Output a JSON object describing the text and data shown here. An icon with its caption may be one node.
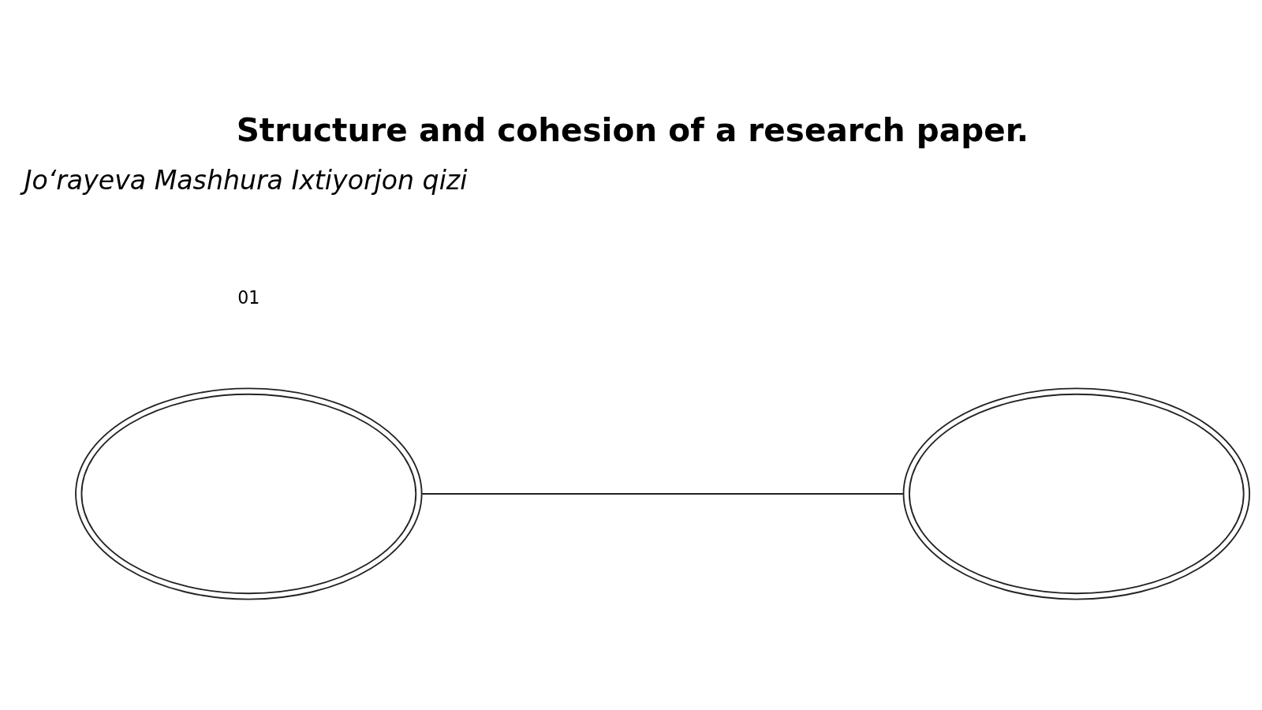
{
  "diagram": {
    "title": "Structure and cohesion of a research paper.",
    "nodes": [
      {
        "text": [],
        "shape": "ellipse"
      },
      {
        "text": [],
        "shape": "ellipse"
      }
    ],
    "edges": [
      {
        "from": 0,
        "to": 1,
        "arrow": "none"
      }
    ],
    "labels": [
      "01",
      "Jo‘rayeva Mashhura Ixtiyorjon qizi"
    ]
  }
}
